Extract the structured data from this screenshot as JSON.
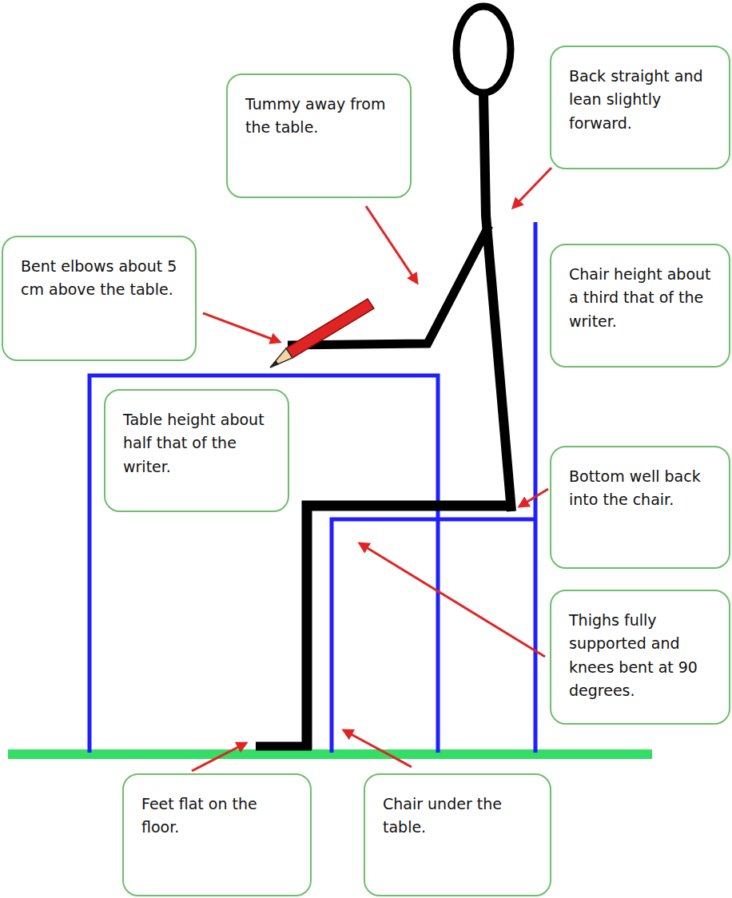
{
  "diagram": {
    "nodes": [
      {
        "text": [
          "Tummy away from the table."
        ]
      },
      {
        "text": [
          "Back straight and lean slightly forward."
        ]
      },
      {
        "text": [
          "Bent elbows about 5 cm above the table."
        ]
      },
      {
        "text": [
          "Chair height about a third that of the writer."
        ]
      },
      {
        "text": [
          "Table height about half that of the writer."
        ]
      },
      {
        "text": [
          "Bottom well back into the chair."
        ]
      },
      {
        "text": [
          "Thighs fully supported and knees bent at 90 degrees."
        ]
      },
      {
        "text": [
          "Feet flat on the floor."
        ]
      },
      {
        "text": [
          "Chair under the table."
        ]
      }
    ]
  }
}
